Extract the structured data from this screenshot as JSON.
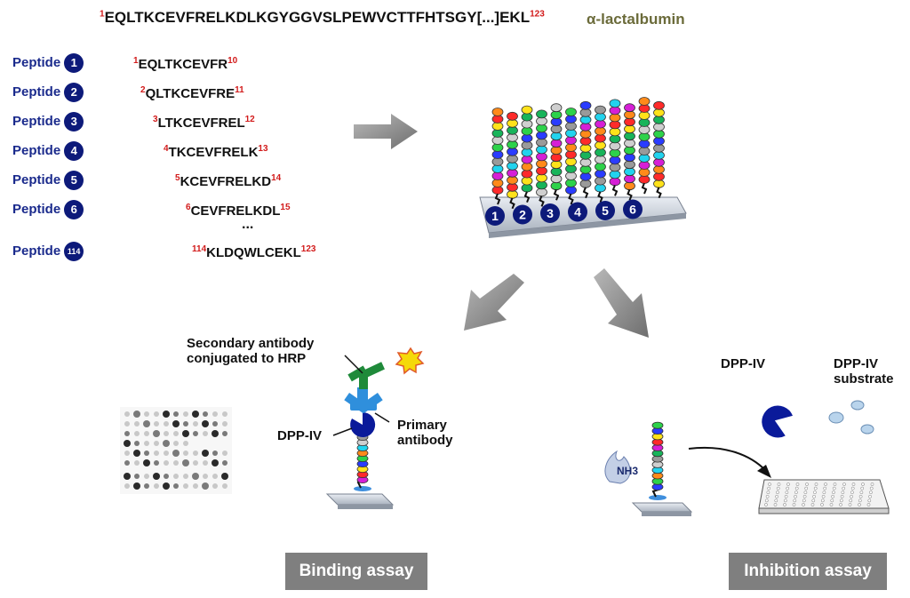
{
  "header": {
    "sequence": {
      "start": "1",
      "text": "EQLTKCEVFRELKDLKGYGGVSLPEWVCTTFHTSGY[...]EKL",
      "end": "123"
    },
    "protein": "α-lactalbumin"
  },
  "peptide_word": "Peptide",
  "peptides": [
    {
      "num": "1",
      "start": "1",
      "seq": "EQLTKCEVFR",
      "end": "10"
    },
    {
      "num": "2",
      "start": "2",
      "seq": "QLTKCEVFRE",
      "end": "11"
    },
    {
      "num": "3",
      "start": "3",
      "seq": "LTKCEVFREL",
      "end": "12"
    },
    {
      "num": "4",
      "start": "4",
      "seq": "TKCEVFRELK",
      "end": "13"
    },
    {
      "num": "5",
      "start": "5",
      "seq": "KCEVFRELKD",
      "end": "14"
    },
    {
      "num": "6",
      "start": "6",
      "seq": "CEVFRELKDL",
      "end": "15"
    },
    {
      "num": "114",
      "start": "114",
      "seq": "KLDQWLCEKL",
      "end": "123"
    }
  ],
  "ellipsis": "...",
  "array_spots": [
    "1",
    "2",
    "3",
    "4",
    "5",
    "6"
  ],
  "binding": {
    "secondary_line1": "Secondary antibody",
    "secondary_line2": "conjugated to HRP",
    "primary_line1": "Primary",
    "primary_line2": "antibody",
    "dppiv": "DPP-IV",
    "label": "Binding assay"
  },
  "inhibition": {
    "dppiv": "DPP-IV",
    "substrate_line1": "DPP-IV",
    "substrate_line2": "substrate",
    "nh3": "NH3",
    "label": "Inhibition assay"
  },
  "colors": {
    "navy": "#0d1a7a",
    "arrow_gray": "#8a8a8a",
    "antibody_blue": "#2f8fdc",
    "antibody_green": "#1f8a3a",
    "hrp_yellow": "#f5d90a",
    "dppiv_blue": "#0a1a9a",
    "substrate_blue": "#b9d4ec"
  }
}
